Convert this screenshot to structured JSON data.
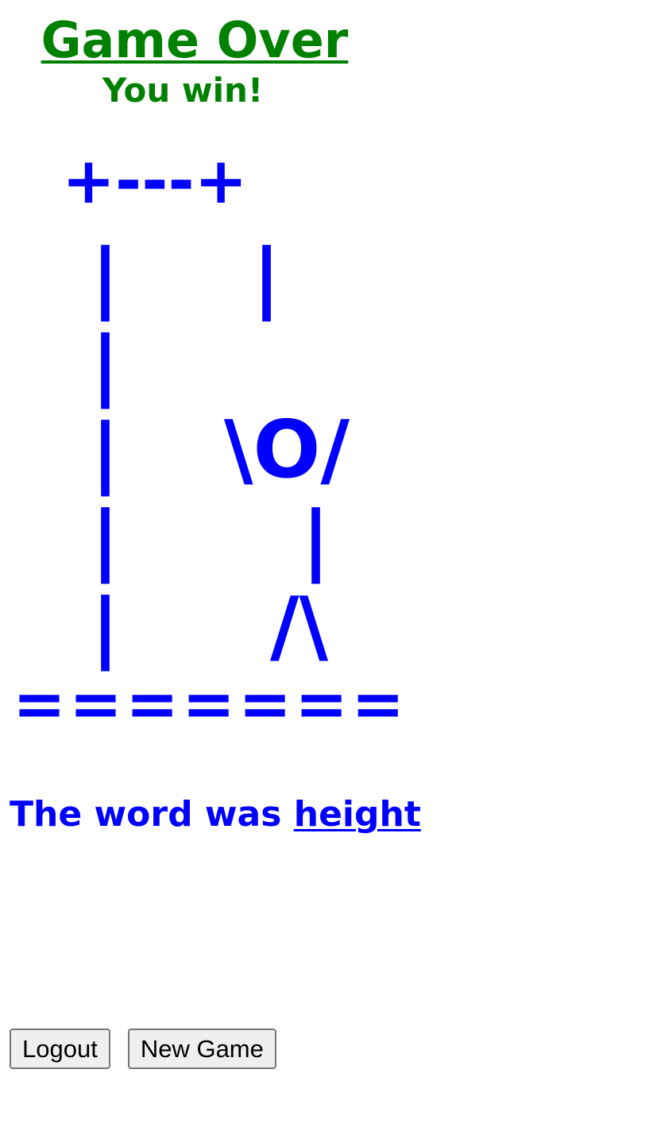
{
  "header": {
    "title": "Game Over",
    "subtitle": "You win!"
  },
  "drawing": {
    "top": "+---+",
    "pole_top_left": "|",
    "rope": "|",
    "pole_mid": "|",
    "pole_head_row": "|",
    "head": "\\O/",
    "pole_body_row": "|",
    "body": "|",
    "pole_legs_row": "|",
    "legs": "/\\",
    "base": "======="
  },
  "result": {
    "prefix": "The word was ",
    "word": "height"
  },
  "buttons": {
    "logout_label": "Logout",
    "new_game_label": "New Game"
  },
  "colors": {
    "title": "#008000",
    "drawing": "#0000ff"
  }
}
